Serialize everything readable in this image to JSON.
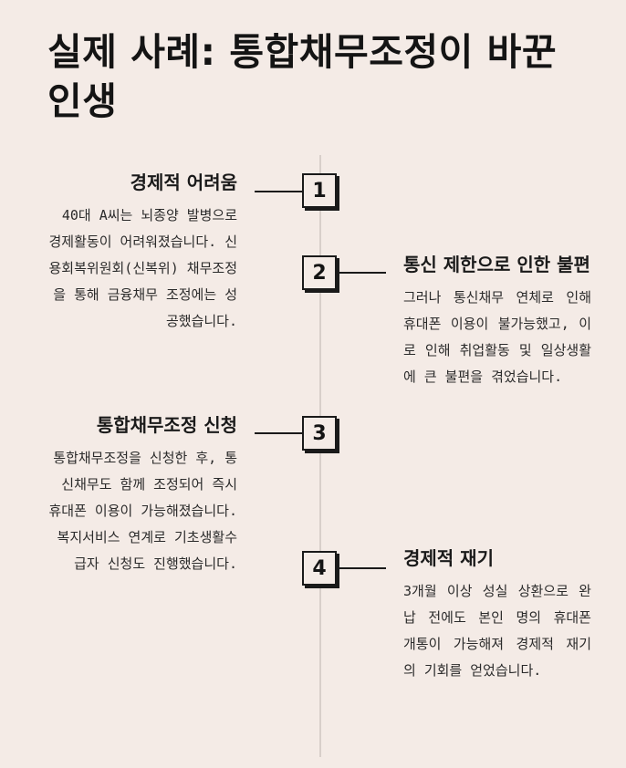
{
  "title": "실제 사례: 통합채무조정이 바꾼 인생",
  "steps": [
    {
      "number": "1",
      "heading": "경제적 어려움",
      "body": "40대 A씨는 뇌종양 발병으로 경제활동이 어려워졌습니다. 신용회복위원회(신복위) 채무조정을 통해 금융채무 조정에는 성공했습니다."
    },
    {
      "number": "2",
      "heading": "통신 제한으로 인한 불편",
      "body": "그러나 통신채무 연체로 인해 휴대폰 이용이 불가능했고, 이로 인해 취업활동 및 일상생활에 큰 불편을 겪었습니다."
    },
    {
      "number": "3",
      "heading": "통합채무조정 신청",
      "body": "통합채무조정을 신청한 후, 통신채무도 함께 조정되어 즉시 휴대폰 이용이 가능해졌습니다. 복지서비스 연계로 기초생활수급자 신청도 진행했습니다."
    },
    {
      "number": "4",
      "heading": "경제적 재기",
      "body": "3개월 이상 성실 상환으로 완납 전에도 본인 명의 휴대폰 개통이 가능해져 경제적 재기의 기회를 얻었습니다."
    }
  ]
}
